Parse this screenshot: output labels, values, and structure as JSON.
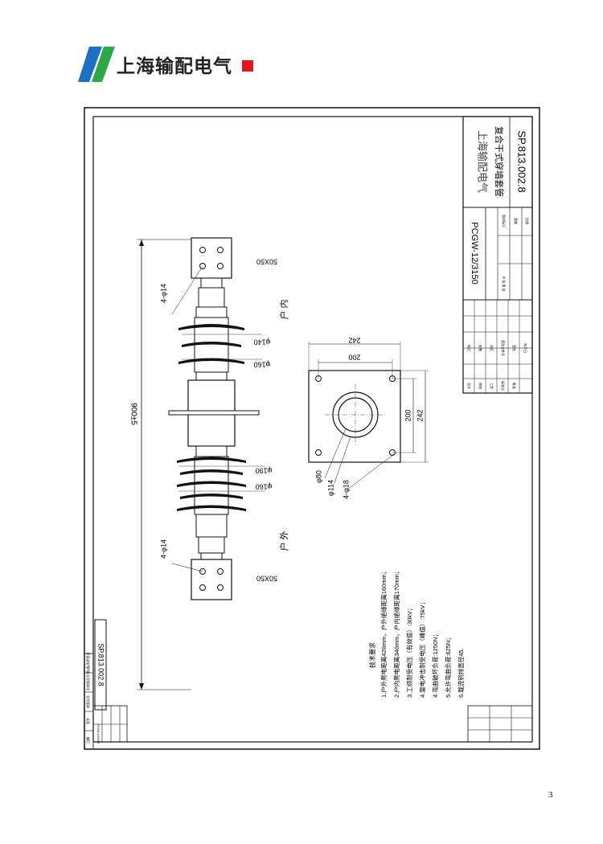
{
  "logo": {
    "text": "上海输配电气"
  },
  "drawing": {
    "company": "上海输配电气",
    "product_name": "复合干式穿墙套管",
    "drawing_no": "SP.813.002.8",
    "model": "PCGW-12/3150",
    "side_stamp": "SP.813.002.8",
    "side_code": "PCGW-12/3150",
    "label_indoor": "户 内",
    "label_outdoor": "户 外",
    "dims": {
      "terminal_top": "50X50",
      "terminal_bottom": "50X50",
      "holes_top": "4-φ14",
      "holes_bottom": "4-φ14",
      "shed_in_small": "φ140",
      "shed_in_large": "φ160",
      "shed_out_large": "φ190",
      "shed_out_small": "φ160",
      "length": "900±5",
      "flange_outer": "242",
      "flange_inner": "200",
      "flange_side_inner": "200",
      "flange_side_outer": "242",
      "bore_80": "φ80",
      "bore_114": "φ114",
      "mount_holes": "4-φ18"
    },
    "tech_title": "技术要求",
    "tech_items": [
      "1.户外爬电距离420mm，户外绝缘距离160mm；",
      "2.户内爬电距离340mm，户内绝缘距离170mm；",
      "3.工频耐受电压（有效值）:30kV；",
      "4.雷电冲击耐受电压（峰值）:75kV；",
      "4.弯曲破坏负荷:1250N；",
      "5.允许弯曲负荷:625N；",
      "6.载流铜排直径45."
    ],
    "tb_row_labels": [
      "标记",
      "处数",
      "分区",
      "更改文件号",
      "签名",
      "年月日"
    ],
    "tb_person_labels": [
      "设计",
      "审核",
      "工艺",
      "标准化",
      "批准"
    ],
    "tb_material": "图样标记",
    "tb_weight": "重量",
    "tb_scale": "比例",
    "tb_sheet": "共 张 第 张",
    "left_strip": [
      "借(通)用件登记",
      "旧底图总号",
      "底图总号",
      "签字",
      "日期"
    ]
  },
  "page_number": "3"
}
